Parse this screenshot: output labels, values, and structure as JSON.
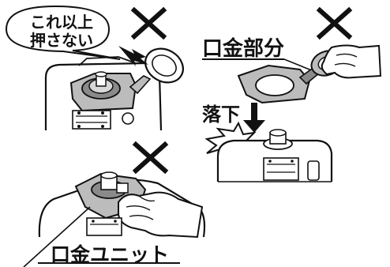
{
  "callout": {
    "line1": "これ以上",
    "line2": "押さない"
  },
  "labels": {
    "cap_part": "口金部分",
    "drop": "落下",
    "cap_unit": "口金ユニット"
  },
  "marks": {
    "prohibited_symbol": "x-mark-icon",
    "count": 3
  },
  "colors": {
    "ink": "#111111",
    "gray": "#bcbcbc",
    "dark_gray": "#8a8a8a",
    "paper": "#ffffff"
  }
}
